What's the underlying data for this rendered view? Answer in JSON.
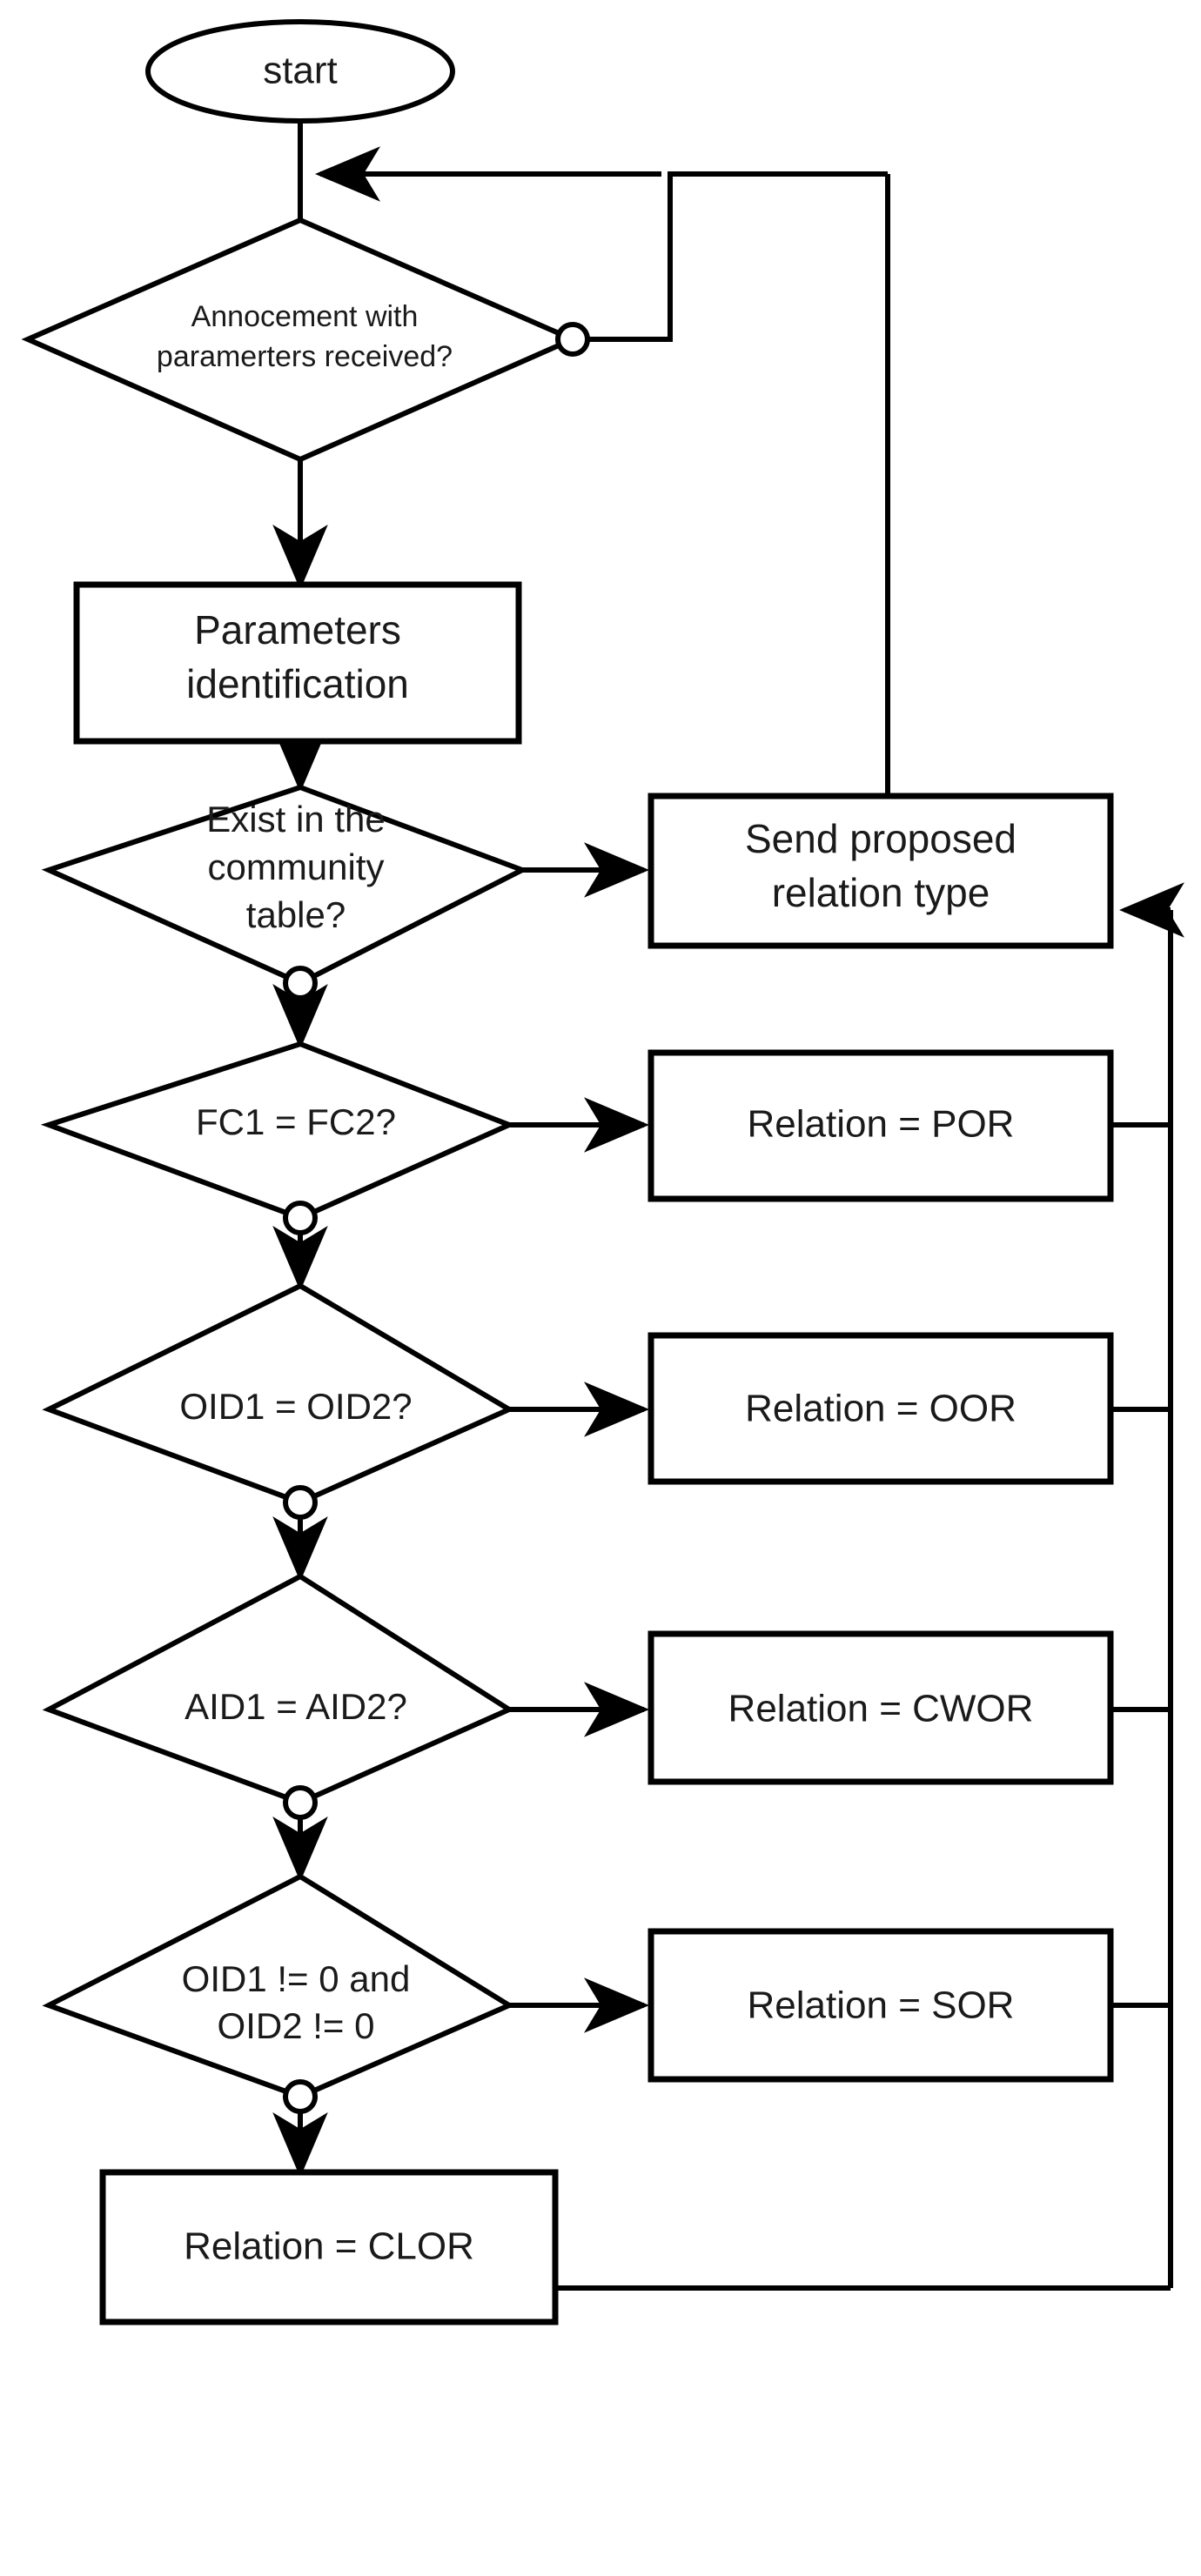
{
  "diagram": {
    "title": "Relation type determination flowchart",
    "type": "flowchart",
    "colors": {
      "background": "#ffffff",
      "stroke": "#000000",
      "text": "#1a1a1a"
    }
  },
  "nodes": {
    "start": {
      "shape": "ellipse",
      "label": "start"
    },
    "d_announcement": {
      "shape": "diamond",
      "label_line1": "Annocement with",
      "label_line2": "paramerters received?"
    },
    "p_params": {
      "shape": "process",
      "label_line1": "Parameters",
      "label_line2": "identification"
    },
    "d_exist": {
      "shape": "diamond",
      "label_line1": "Exist in the",
      "label_line2": "community",
      "label_line3": "table?"
    },
    "p_send": {
      "shape": "process",
      "label_line1": "Send proposed",
      "label_line2": "relation type"
    },
    "d_fc": {
      "shape": "diamond",
      "label": "FC1 = FC2?"
    },
    "p_por": {
      "shape": "process",
      "label": "Relation = POR"
    },
    "d_oid": {
      "shape": "diamond",
      "label": "OID1 = OID2?"
    },
    "p_oor": {
      "shape": "process",
      "label": "Relation = OOR"
    },
    "d_aid": {
      "shape": "diamond",
      "label": "AID1 = AID2?"
    },
    "p_cwor": {
      "shape": "process",
      "label": "Relation = CWOR"
    },
    "d_oidnz": {
      "shape": "diamond",
      "label_line1": "OID1 != 0 and",
      "label_line2": "OID2 != 0"
    },
    "p_sor": {
      "shape": "process",
      "label": "Relation = SOR"
    },
    "p_clor": {
      "shape": "process",
      "label": "Relation = CLOR"
    }
  },
  "edges": [
    {
      "from": "start",
      "to": "d_announcement",
      "label": ""
    },
    {
      "from": "d_announcement",
      "to": "start",
      "label": "",
      "note": "no-branch loop back"
    },
    {
      "from": "d_announcement",
      "to": "p_params",
      "label": ""
    },
    {
      "from": "p_params",
      "to": "d_exist",
      "label": ""
    },
    {
      "from": "d_exist",
      "to": "p_send",
      "label": ""
    },
    {
      "from": "d_exist",
      "to": "d_fc",
      "label": ""
    },
    {
      "from": "d_fc",
      "to": "p_por",
      "label": ""
    },
    {
      "from": "d_fc",
      "to": "d_oid",
      "label": ""
    },
    {
      "from": "d_oid",
      "to": "p_oor",
      "label": ""
    },
    {
      "from": "d_oid",
      "to": "d_aid",
      "label": ""
    },
    {
      "from": "d_aid",
      "to": "p_cwor",
      "label": ""
    },
    {
      "from": "d_aid",
      "to": "d_oidnz",
      "label": ""
    },
    {
      "from": "d_oidnz",
      "to": "p_sor",
      "label": ""
    },
    {
      "from": "d_oidnz",
      "to": "p_clor",
      "label": ""
    },
    {
      "from": "p_por",
      "to": "p_send",
      "label": ""
    },
    {
      "from": "p_oor",
      "to": "p_send",
      "label": ""
    },
    {
      "from": "p_cwor",
      "to": "p_send",
      "label": ""
    },
    {
      "from": "p_sor",
      "to": "p_send",
      "label": ""
    },
    {
      "from": "p_clor",
      "to": "p_send",
      "label": ""
    },
    {
      "from": "p_send",
      "to": "start",
      "label": ""
    }
  ]
}
